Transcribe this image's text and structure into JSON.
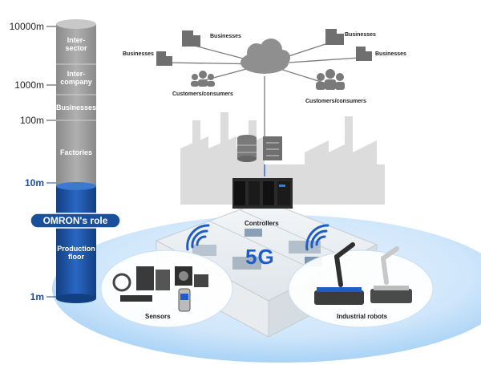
{
  "scale": [
    "10000m",
    "1000m",
    "100m",
    "10m",
    "1m"
  ],
  "column": {
    "levels": [
      "Inter-",
      "sector",
      "Inter-",
      "company",
      "Businesses",
      "Factories"
    ],
    "role_label": "OMRON's role",
    "production": [
      "Production",
      "floor"
    ]
  },
  "network": {
    "businesses_left_top": "Businesses",
    "businesses_left": "Businesses",
    "customers_left": "Customers/consumers",
    "businesses_right_top": "Businesses",
    "businesses_right": "Businesses",
    "customers_right": "Customers/consumers"
  },
  "factory_floor": {
    "controllers": "Controllers",
    "fiveg": "5G",
    "sensors": "Sensors",
    "robots": "Industrial robots"
  },
  "colors": {
    "column_gray": "#9c9c9c",
    "column_blue": "#1a4f9c",
    "accent": "#1e5cc8",
    "glow": "#cfe6fb"
  }
}
